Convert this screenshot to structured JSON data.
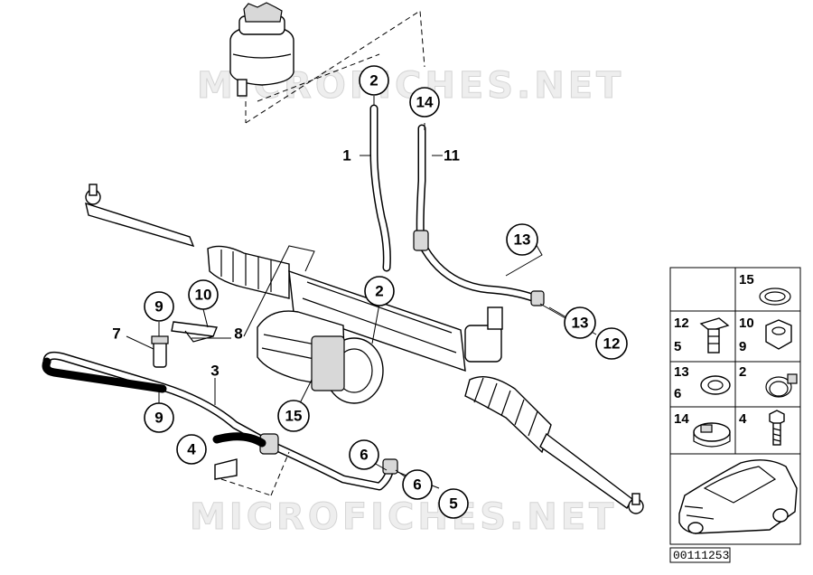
{
  "watermark": {
    "top": "MICROFICHES.NET",
    "bottom": "MICROFICHES.NET"
  },
  "callouts_circled": [
    {
      "id": "c2-top",
      "label": "2"
    },
    {
      "id": "c14",
      "label": "14"
    },
    {
      "id": "c13-right",
      "label": "13"
    },
    {
      "id": "c2-mid",
      "label": "2"
    },
    {
      "id": "c9-top",
      "label": "9"
    },
    {
      "id": "c10",
      "label": "10"
    },
    {
      "id": "c13-bottom",
      "label": "13"
    },
    {
      "id": "c12",
      "label": "12"
    },
    {
      "id": "c9-bottom",
      "label": "9"
    },
    {
      "id": "c15",
      "label": "15"
    },
    {
      "id": "c4",
      "label": "4"
    },
    {
      "id": "c6-a",
      "label": "6"
    },
    {
      "id": "c6-b",
      "label": "6"
    },
    {
      "id": "c5",
      "label": "5"
    }
  ],
  "callouts_plain": [
    {
      "id": "p1",
      "label": "1"
    },
    {
      "id": "p11",
      "label": "11"
    },
    {
      "id": "p7",
      "label": "7"
    },
    {
      "id": "p8",
      "label": "8"
    },
    {
      "id": "p3",
      "label": "3"
    }
  ],
  "parts_grid": [
    {
      "id": "g15",
      "labels": [
        "15"
      ],
      "icon": "o-ring-icon"
    },
    {
      "id": "g12-5",
      "labels": [
        "12",
        "5"
      ],
      "icon": "banjo-bolt-icon"
    },
    {
      "id": "g10-9",
      "labels": [
        "10",
        "9"
      ],
      "icon": "hex-nut-icon"
    },
    {
      "id": "g13-6",
      "labels": [
        "13",
        "6"
      ],
      "icon": "sealing-ring-icon"
    },
    {
      "id": "g2",
      "labels": [
        "2"
      ],
      "icon": "hose-clamp-icon"
    },
    {
      "id": "g14",
      "labels": [
        "14"
      ],
      "icon": "band-clamp-icon"
    },
    {
      "id": "g4",
      "labels": [
        "4"
      ],
      "icon": "bolt-icon"
    },
    {
      "id": "g-car",
      "labels": [],
      "icon": "car-icon"
    }
  ],
  "reference_number": "00111253",
  "colors": {
    "line": "#000000",
    "background": "#ffffff",
    "watermark": "#d4d4d4"
  }
}
